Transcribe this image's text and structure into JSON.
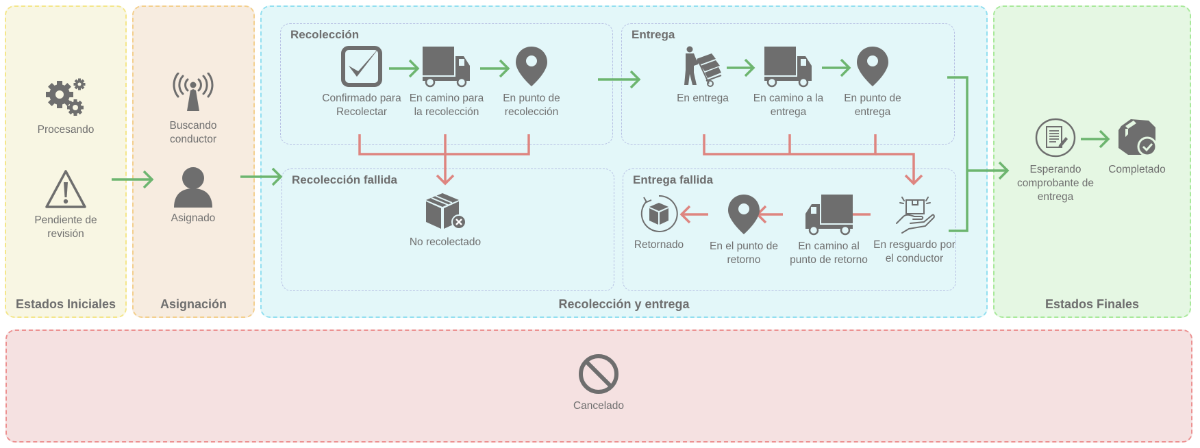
{
  "colors": {
    "icon": "#6e6e6e",
    "forward_arrow": "#6db56f",
    "failure_arrow": "#de8580"
  },
  "zones": {
    "initial": {
      "title": "Estados Iniciales",
      "fill": "#f8f6e3",
      "border": "#f4e68a"
    },
    "assignment": {
      "title": "Asignación",
      "fill": "#f7ece0",
      "border": "#f3cf8d"
    },
    "pickup_delivery": {
      "title": "Recolección y entrega",
      "fill": "#e3f7f9",
      "border": "#92dff0"
    },
    "final": {
      "title": "Estados Finales",
      "fill": "#e5f7e3",
      "border": "#a8e99a"
    },
    "cancel": {
      "fill": "#f5e1e1",
      "border": "#ec9191"
    }
  },
  "subgroups": {
    "pickup": "Recolección",
    "delivery": "Entrega",
    "pickup_failed": "Recolección fallida",
    "delivery_failed": "Entrega fallida"
  },
  "states": {
    "processing": {
      "label": "Procesando",
      "icon": "gears-icon"
    },
    "pending_review": {
      "label": "Pendiente de revisión",
      "icon": "warning-icon"
    },
    "searching_driver": {
      "label": "Buscando conductor",
      "icon": "antenna-icon"
    },
    "assigned": {
      "label": "Asignado",
      "icon": "user-icon"
    },
    "confirmed_pickup": {
      "label": "Confirmado para Recolectar",
      "icon": "checkbox-icon"
    },
    "en_route_pickup": {
      "label": "En camino para la recolección",
      "icon": "truck-icon"
    },
    "at_pickup": {
      "label": "En punto de recolección",
      "icon": "map-pin-icon"
    },
    "not_collected": {
      "label": "No recolectado",
      "icon": "box-x-icon"
    },
    "in_delivery": {
      "label": "En entrega",
      "icon": "hand-truck-icon"
    },
    "en_route_delivery": {
      "label": "En camino a la entrega",
      "icon": "truck-icon"
    },
    "at_delivery": {
      "label": "En punto de entrega",
      "icon": "map-pin-icon"
    },
    "held_by_driver": {
      "label": "En resguardo por el conductor",
      "icon": "hand-box-icon"
    },
    "en_route_return": {
      "label": "En camino al punto de retorno",
      "icon": "truck-icon"
    },
    "at_return": {
      "label": "En el punto de retorno",
      "icon": "map-pin-icon"
    },
    "returned": {
      "label": "Retornado",
      "icon": "box-return-icon"
    },
    "awaiting_pod": {
      "label": "Esperando comprobante de entrega",
      "icon": "document-sign-icon"
    },
    "completed": {
      "label": "Completado",
      "icon": "box-check-icon"
    },
    "cancelled": {
      "label": "Cancelado",
      "icon": "prohibited-icon"
    }
  }
}
